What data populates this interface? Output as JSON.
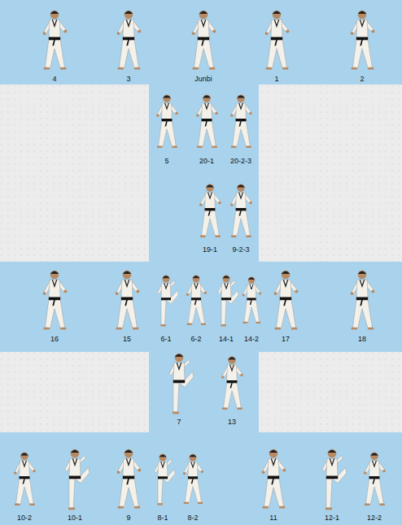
{
  "diagram": {
    "labels": [
      "4",
      "3",
      "Junbi",
      "1",
      "2",
      "5",
      "20-1",
      "20-2-3",
      "19-1",
      "9-2-3",
      "16",
      "15",
      "6-1",
      "6-2",
      "14-1",
      "14-2",
      "17",
      "18",
      "7",
      "13",
      "10-2",
      "10-1",
      "9",
      "8-1",
      "8-2",
      "11",
      "12-1",
      "12-2"
    ]
  }
}
